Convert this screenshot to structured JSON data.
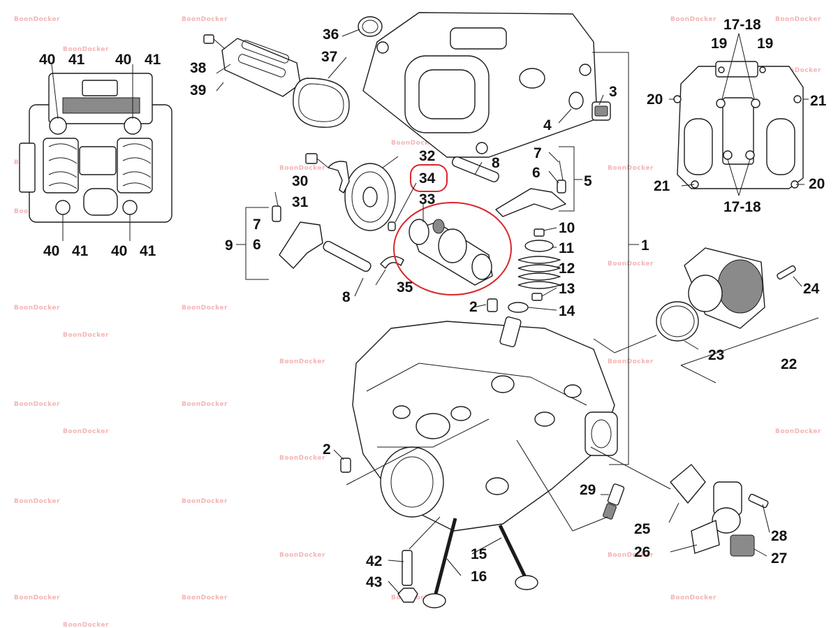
{
  "watermark": "BoonDocker",
  "callouts": {
    "c1": "1",
    "c2a": "2",
    "c2b": "2",
    "c3": "3",
    "c4": "4",
    "c5": "5",
    "c6a": "6",
    "c6b": "6",
    "c7a": "7",
    "c7b": "7",
    "c8a": "8",
    "c8b": "8",
    "c9": "9",
    "c10": "10",
    "c11": "11",
    "c12": "12",
    "c13": "13",
    "c14": "14",
    "c15": "15",
    "c16": "16",
    "c1718a": "17-18",
    "c1718b": "17-18",
    "c19a": "19",
    "c19b": "19",
    "c20a": "20",
    "c20b": "20",
    "c21a": "21",
    "c21b": "21",
    "c22": "22",
    "c23": "23",
    "c24": "24",
    "c25": "25",
    "c26": "26",
    "c27": "27",
    "c28": "28",
    "c29": "29",
    "c30": "30",
    "c31": "31",
    "c32": "32",
    "c33": "33",
    "c34": "34",
    "c35": "35",
    "c36": "36",
    "c37": "37",
    "c38": "38",
    "c39": "39",
    "c40a": "40",
    "c41a": "41",
    "c40b": "40",
    "c41b": "41",
    "c40c": "40",
    "c41c": "41",
    "c40d": "40",
    "c41d": "41",
    "c42": "42",
    "c43": "43"
  }
}
